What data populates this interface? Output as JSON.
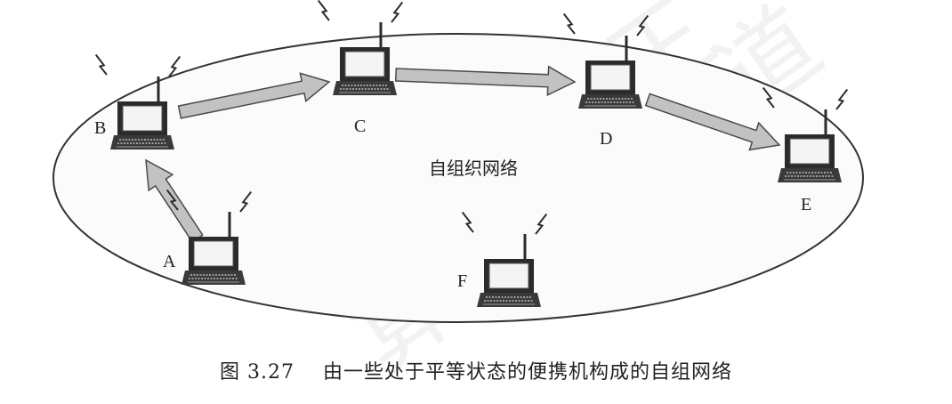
{
  "network_label": "自组织网络",
  "caption": "图 3.27    由一些处于平等状态的便携机构成的自组网络",
  "colors": {
    "arrow_fill": "#c2c2c2",
    "arrow_stroke": "#4a4a4a",
    "laptop_dark": "#2b2b2b",
    "ellipse_stroke": "#333333"
  },
  "nodes": [
    {
      "id": "A",
      "label": "A"
    },
    {
      "id": "B",
      "label": "B"
    },
    {
      "id": "C",
      "label": "C"
    },
    {
      "id": "D",
      "label": "D"
    },
    {
      "id": "E",
      "label": "E"
    },
    {
      "id": "F",
      "label": "F"
    }
  ],
  "links": [
    {
      "from": "A",
      "to": "B"
    },
    {
      "from": "B",
      "to": "C"
    },
    {
      "from": "C",
      "to": "D"
    },
    {
      "from": "D",
      "to": "E"
    }
  ],
  "icons": {
    "node": "laptop-with-antenna-icon",
    "signal": "wireless-signal-icon"
  }
}
